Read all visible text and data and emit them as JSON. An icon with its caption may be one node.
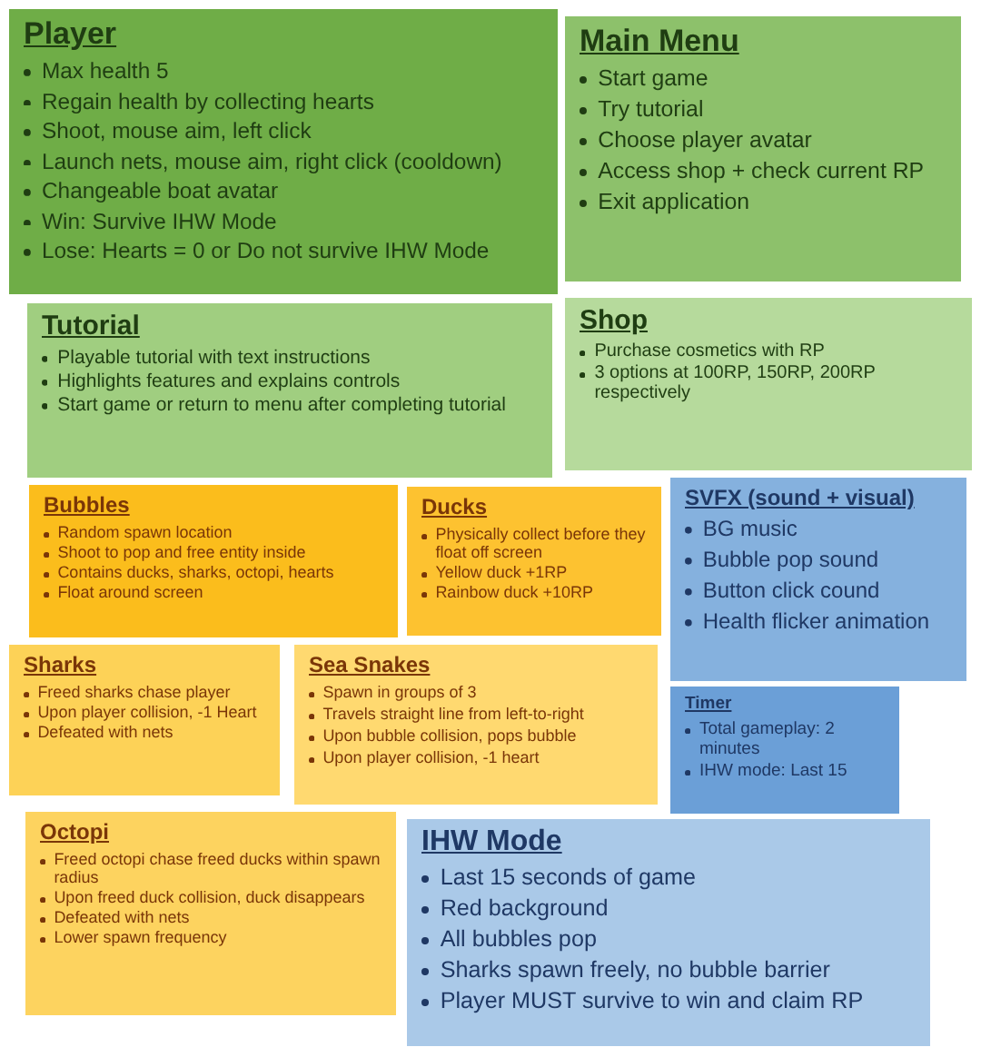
{
  "diagram": {
    "nodes": [
      {
        "text": [
          "Player",
          "Max health 5",
          "Regain health by collecting hearts",
          "Shoot, mouse aim, left click",
          "Launch nets, mouse aim, right click (cooldown)",
          "Changeable boat avatar",
          "Win: Survive IHW Mode",
          "Lose: Hearts = 0 or Do not survive IHW Mode"
        ]
      },
      {
        "text": [
          "Main Menu",
          "Start game",
          "Try tutorial",
          "Choose player avatar",
          "Access shop + check current RP",
          "Exit application"
        ]
      },
      {
        "text": [
          "Tutorial",
          "Playable tutorial with text instructions",
          "Highlights features and explains controls",
          "Start game or return to menu after completing tutorial"
        ]
      },
      {
        "text": [
          "Shop",
          "Purchase cosmetics with RP",
          "3 options at 100RP, 150RP, 200RP respectively"
        ]
      },
      {
        "text": [
          "Bubbles",
          "Random spawn location",
          "Shoot to pop and free entity inside",
          "Contains ducks, sharks, octopi, hearts",
          "Float around screen"
        ]
      },
      {
        "text": [
          "Ducks",
          "Physically collect before they float off screen",
          "Yellow duck +1RP",
          "Rainbow duck +10RP"
        ]
      },
      {
        "text": [
          "SVFX (sound + visual)",
          "BG music",
          "Bubble pop sound",
          "Button click cound",
          "Health flicker animation"
        ]
      },
      {
        "text": [
          "Sharks",
          "Freed sharks chase player",
          "Upon player collision, -1 Heart",
          "Defeated with nets"
        ]
      },
      {
        "text": [
          "Sea Snakes",
          "Spawn in groups of 3",
          "Travels straight line from left-to-right",
          "Upon bubble collision, pops bubble",
          "Upon player collision, -1 heart"
        ]
      },
      {
        "text": [
          "Timer",
          "Total gameplay: 2 minutes",
          "IHW mode: Last 15"
        ]
      },
      {
        "text": [
          "Octopi",
          "Freed octopi chase freed ducks within spawn radius",
          "Upon freed duck collision, duck disappears",
          "Defeated with nets",
          "Lower spawn frequency"
        ]
      },
      {
        "text": [
          "IHW Mode",
          "Last 15 seconds of game",
          "Red background",
          "All bubbles pop",
          "Sharks spawn freely, no bubble barrier",
          "Player MUST survive to win and claim RP"
        ]
      }
    ]
  }
}
